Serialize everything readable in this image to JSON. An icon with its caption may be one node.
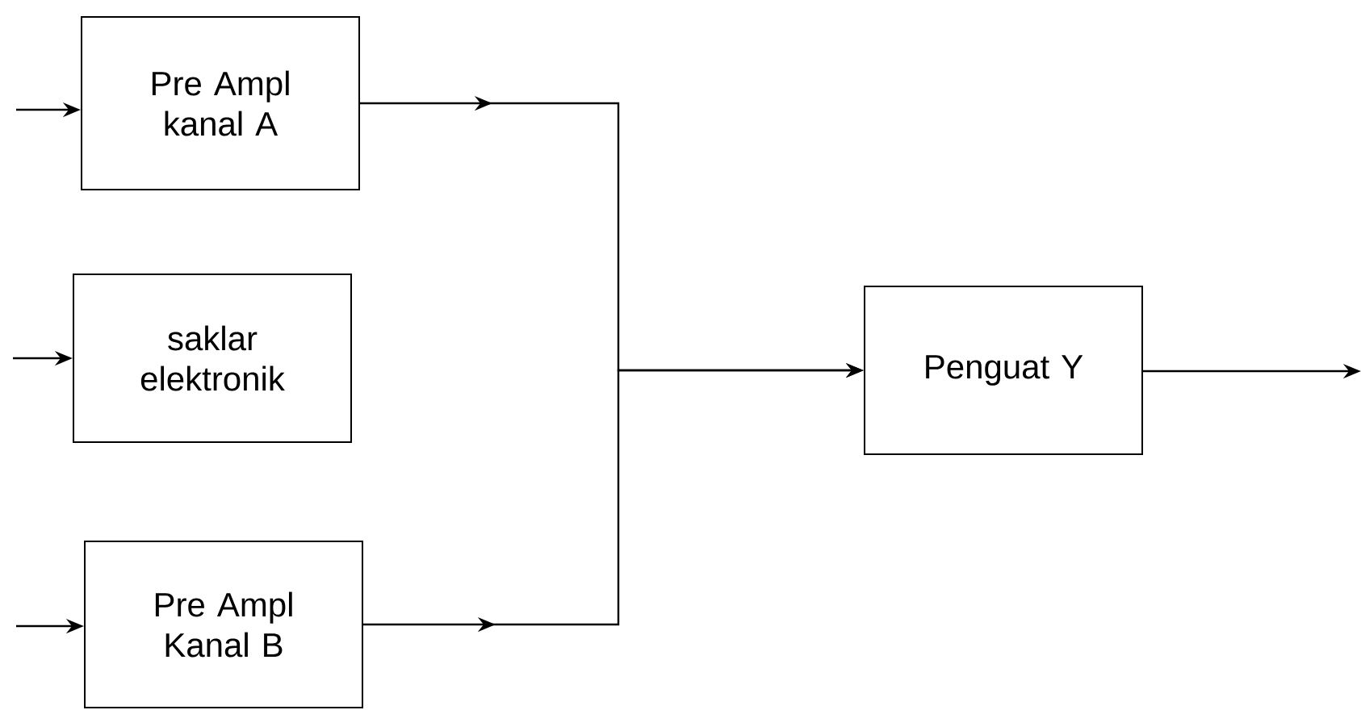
{
  "diagram": {
    "nodes": [
      {
        "text": [
          "Pre Ampl kanal A"
        ]
      },
      {
        "text": [
          "saklar elektronik"
        ]
      },
      {
        "text": [
          "Pre Ampl Kanal B"
        ]
      },
      {
        "text": [
          "Penguat Y"
        ]
      }
    ],
    "edges": [
      {
        "from": null,
        "to": 0,
        "arrow": "to"
      },
      {
        "from": null,
        "to": 1,
        "arrow": "to"
      },
      {
        "from": null,
        "to": 2,
        "arrow": "to"
      },
      {
        "from": 0,
        "to": 3,
        "arrow": "to"
      },
      {
        "from": 2,
        "to": 3,
        "arrow": "to"
      },
      {
        "from": 3,
        "to": null,
        "arrow": "to"
      }
    ]
  }
}
